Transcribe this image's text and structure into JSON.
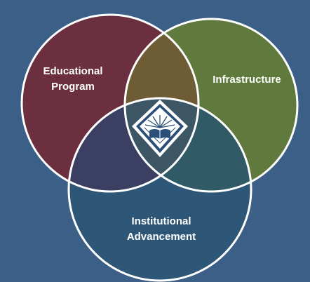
{
  "colors": {
    "background": "#3b5f86",
    "educational": "#6b2f3f",
    "infrastructure": "#5f7a3c",
    "institutional": "#2e5777",
    "outline": "#ffffff"
  },
  "circles": {
    "educational": {
      "label_line1": "Educational",
      "label_line2": "Program"
    },
    "infrastructure": {
      "label": "Infrastructure"
    },
    "institutional": {
      "label_line1": "Institutional",
      "label_line2": "Advancement"
    }
  },
  "center_emblem": {
    "icon": "open-book-crest-icon"
  }
}
